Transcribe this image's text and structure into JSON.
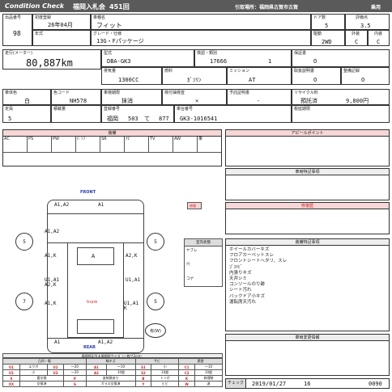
{
  "header": {
    "condition_check": "Condition Check",
    "auction_name": "福岡入札会",
    "auction_round": "451回",
    "pickup_location": "引取場所：福岡県古賀市古賀",
    "usage": "乗用"
  },
  "listing": {
    "lot_label": "出品番号",
    "lot_value": "98",
    "first_reg_label": "初度登録",
    "first_reg_value": "26年04月",
    "car_name_label": "車種名",
    "car_name_value": "フィット",
    "doors_label": "ドア数",
    "doors_value": "5",
    "score_label": "評価点",
    "score_value": "3.5",
    "year_label": "年式",
    "grade_label": "グレード・仕様",
    "grade_value": "13G・Fパッケージ",
    "drive_label": "駆動",
    "drive_value": "2WD",
    "ext_label": "外装",
    "ext_value": "C",
    "int_label": "内装",
    "int_value": "C"
  },
  "specs": {
    "mileage_label": "走行(メーター)",
    "mileage_value": "80,887km",
    "model_label": "型式",
    "model_value": "DBA-GK3",
    "cert_label": "検認・類別",
    "cert_value_1": "17666",
    "cert_value_2": "1",
    "warranty_label": "保証書",
    "warranty_value": "O",
    "displacement_label": "排気量",
    "displacement_value": "1300CC",
    "fuel_label": "燃料",
    "fuel_value": "ｶﾞｿﾘﾝ",
    "mission_label": "ミッション",
    "mission_value": "AT",
    "manual_label": "取扱説明書",
    "manual_value": "O",
    "maint_label": "整備記録",
    "maint_value": "O",
    "color_label": "車体色",
    "color_value": "白",
    "color_code_label": "色コード",
    "color_code_value": "NH578",
    "inspection_label": "車検期限",
    "inspection_value": "抹消",
    "inspection_next_label": "検付抽検査",
    "inspection_next_value": "×",
    "recall_label": "予託証明書",
    "recall_value": "-",
    "recycle_label": "リサイクル料",
    "recycle_status": "預託済",
    "recycle_amount": "9,800円",
    "capacity_label": "定員",
    "capacity_value": "5",
    "load_label": "積載量",
    "plate_label": "登録番号",
    "plate_region": "福岡",
    "plate_num1": "503",
    "plate_kana": "て",
    "plate_num2": "877",
    "chassis_label": "車台番号",
    "chassis_value": "GK3-1016541",
    "tax_label": "税延期限"
  },
  "equipment": {
    "title": "装備",
    "items": [
      "AC",
      "PS",
      "PW",
      "ﾊﾟｿﾌ",
      "SR",
      "ﾅﾋﾞ",
      "TV",
      "AW",
      "革"
    ]
  },
  "appeal": {
    "title": "アピールポイント"
  },
  "notes1": {
    "title": "車両特記事項"
  },
  "repair": {
    "title": "修復歴",
    "label": "修復"
  },
  "interior": {
    "title": "室内状態",
    "items": [
      "ヤブレ",
      "穴",
      "コゲ"
    ]
  },
  "equip_notes": {
    "title": "装備特記事項",
    "lines": [
      "ホイールカバーキズ",
      "フロアカーペットスレ",
      "フロントシートヘタリ、スレ",
      "ｺﾞｽﾅﾋﾞ",
      "内張りキズ",
      "天井シミ",
      "コンソールのり跡",
      "シート汚れ",
      "バックドア小キズ",
      "運転席天汚れ"
    ]
  },
  "history": {
    "title": "車両変更情報"
  },
  "diagram": {
    "front": "FRONT",
    "rear": "REAR",
    "trunk": "trunk",
    "cells": {
      "front_left": "A1,A2",
      "front_right": "A1",
      "hood_left": "A1,A2",
      "fender_left": "A1,K",
      "roof": "A",
      "fender_right": "A2,K",
      "door_left": "U1,A1 A2,K",
      "door_right": "U1,A1",
      "quarter_left": "A1,K",
      "quarter_right": "U1,A1 K",
      "rear_left": "A1",
      "rear_right": "A1,A2"
    },
    "tires": {
      "fl": "5",
      "fr": "5",
      "rl": "7",
      "rr": "5",
      "spare": "有(W)"
    }
  },
  "legend": {
    "title": "傷個所記号＆傷個所サイズ（一枚サ2cm）",
    "headers": [
      "凸凹・傷",
      "線キズ",
      "サビ",
      "腐食"
    ],
    "rows": [
      [
        "U1",
        "エクボ",
        "U2",
        "〜20",
        "A1",
        "〜10",
        "S1",
        "小",
        "C1",
        "〜10"
      ],
      [
        "U1",
        "小",
        "U3",
        "〜20",
        "A2",
        "10超",
        "S2",
        "10超",
        "C2",
        "10超"
      ],
      [
        "X",
        "要交換",
        "P",
        "塗装跡あり",
        "B",
        "トンボ",
        "K",
        "修理跡"
      ],
      [
        "XX",
        "交換済",
        "G",
        "ガラス交換済",
        "Y",
        "ヒビ",
        "W",
        "波"
      ]
    ]
  },
  "footer": {
    "check_label": "チェック",
    "date": "2019/01/27",
    "code": "16",
    "number": "0090"
  }
}
